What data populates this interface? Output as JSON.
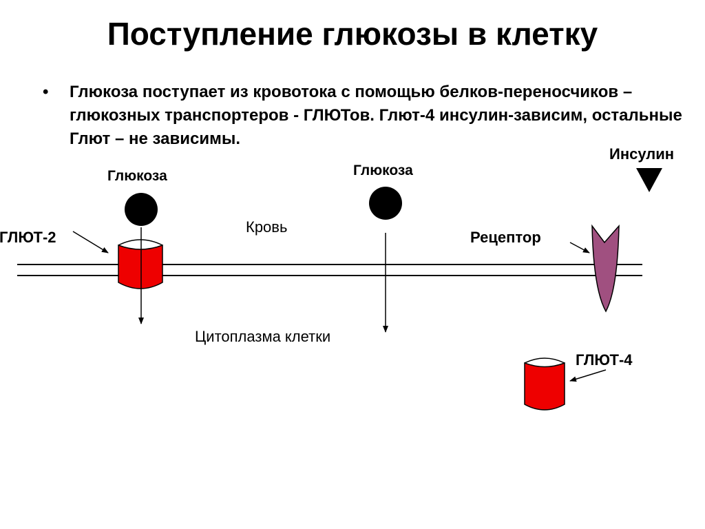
{
  "slide": {
    "title": "Поступление глюкозы в клетку",
    "bullet": {
      "marker": "•",
      "text": "Глюкоза поступает из кровотока с помощью белков-переносчиков – глюкозных транспортеров - ГЛЮТов. Глют-4 инсулин-зависим, остальные Глют – не зависимы."
    }
  },
  "diagram": {
    "glucose_left": "Глюкоза",
    "glucose_right": "Глюкоза",
    "insulin": "Инсулин",
    "glut2": "ГЛЮТ-2",
    "blood": "Кровь",
    "receptor": "Рецептор",
    "cytoplasm": "Цитоплазма клетки",
    "glut4": "ГЛЮТ-4"
  },
  "colors": {
    "transporter": "#ee0000",
    "receptor": "#a05080",
    "glucose": "#000000",
    "line": "#000000"
  }
}
